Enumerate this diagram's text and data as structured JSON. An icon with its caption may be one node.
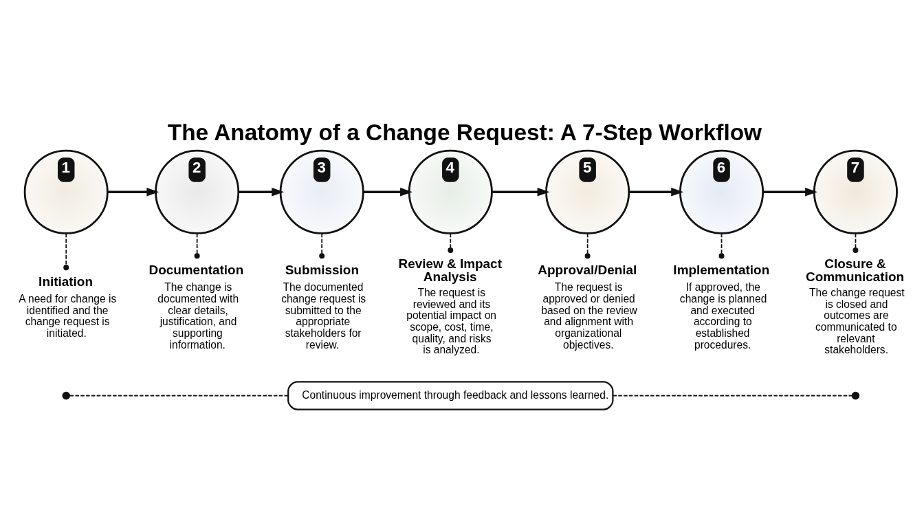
{
  "diagram": {
    "title": "The Anatomy of a Change Request: A 7-Step Workflow",
    "nodes": [
      {
        "text": [
          "1"
        ]
      },
      {
        "text": [
          "Initiation",
          "A need for change is identified and the change request is initiated."
        ]
      },
      {
        "text": [
          "2"
        ]
      },
      {
        "text": [
          "Documentation",
          "The change is documented with clear details, justification, and supporting information."
        ]
      },
      {
        "text": [
          "3"
        ]
      },
      {
        "text": [
          "Submission",
          "The documented change request is submitted to the appropriate stakeholders for review."
        ]
      },
      {
        "text": [
          "4"
        ]
      },
      {
        "text": [
          "Review & Impact Analysis",
          "The request is reviewed and its potential impact on scope, cost, time, quality, and risks is analyzed."
        ]
      },
      {
        "text": [
          "5"
        ]
      },
      {
        "text": [
          "Approval/Denial",
          "The request is approved or denied based on the review and alignment with organizational objectives."
        ]
      },
      {
        "text": [
          "6"
        ]
      },
      {
        "text": [
          "Implementation",
          "If approved, the change is planned and executed according to established procedures."
        ]
      },
      {
        "text": [
          "7"
        ]
      },
      {
        "text": [
          "Closure & Communication",
          "The change request is closed and outcomes are communicated to relevant stakeholders."
        ]
      },
      {
        "text": [],
        "shape": "circle"
      },
      {
        "text": [
          "Continuous improvement through feedback and lessons learned."
        ]
      },
      {
        "text": [],
        "shape": "circle"
      }
    ],
    "edges": [
      {
        "from": 0,
        "to": 1,
        "arrow": "other",
        "style": "dashed"
      },
      {
        "from": 0,
        "to": 2,
        "arrow": "to"
      },
      {
        "from": 2,
        "to": 3,
        "arrow": "other",
        "style": "dashed"
      },
      {
        "from": 2,
        "to": 4,
        "arrow": "to"
      },
      {
        "from": 4,
        "to": 5,
        "arrow": "other",
        "style": "dashed"
      },
      {
        "from": 4,
        "to": 6,
        "arrow": "to"
      },
      {
        "from": 6,
        "to": 7,
        "arrow": "other",
        "style": "dashed"
      },
      {
        "from": 6,
        "to": 8,
        "arrow": "to"
      },
      {
        "from": 8,
        "to": 9,
        "arrow": "other",
        "style": "dashed"
      },
      {
        "from": 8,
        "to": 10,
        "arrow": "to"
      },
      {
        "from": 10,
        "to": 11,
        "arrow": "other",
        "style": "dashed"
      },
      {
        "from": 10,
        "to": 12,
        "arrow": "to"
      },
      {
        "from": 12,
        "to": 13,
        "arrow": "other",
        "style": "dashed"
      },
      {
        "from": 14,
        "to": 15,
        "arrow": "none",
        "style": "dashed"
      },
      {
        "from": 15,
        "to": 16,
        "arrow": "none",
        "style": "dashed"
      }
    ]
  }
}
